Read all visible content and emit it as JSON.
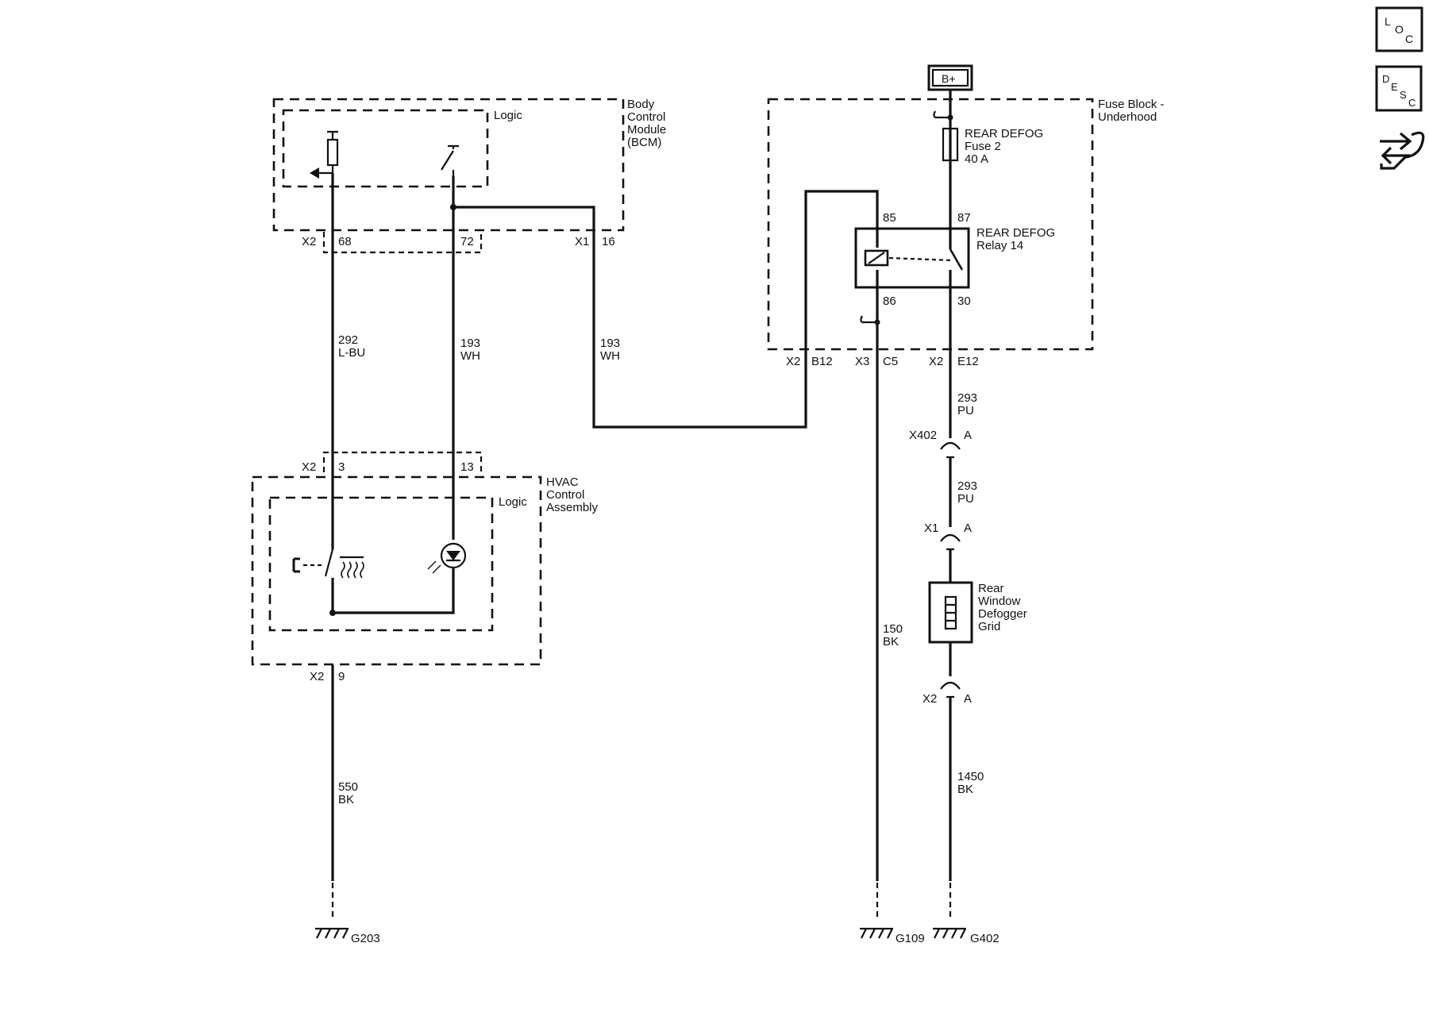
{
  "nav": {
    "loc_letters": [
      "L",
      "O",
      "C"
    ],
    "desc_letters": [
      "D",
      "E",
      "S",
      "C"
    ]
  },
  "labels": {
    "b_plus": "B+",
    "bcm": [
      "Body",
      "Control",
      "Module",
      "(BCM)"
    ],
    "bcm_logic": "Logic",
    "fuse_block": [
      "Fuse Block -",
      "Underhood"
    ],
    "fuse": [
      "REAR DEFOG",
      "Fuse 2",
      "40 A"
    ],
    "relay": [
      "REAR DEFOG",
      "Relay 14"
    ],
    "relay_pins": {
      "p85": "85",
      "p87": "87",
      "p86": "86",
      "p30": "30"
    },
    "hvac": [
      "HVAC",
      "Control",
      "Assembly"
    ],
    "hvac_logic": "Logic",
    "grid": [
      "Rear",
      "Window",
      "Defogger",
      "Grid"
    ]
  },
  "connectors": {
    "bcm_x2": "X2",
    "bcm_68": "68",
    "bcm_72": "72",
    "bcm_x1": "X1",
    "bcm_16": "16",
    "hvac_x2_top": "X2",
    "hvac_3": "3",
    "hvac_13": "13",
    "hvac_x2_bot": "X2",
    "hvac_9": "9",
    "fb_x2": "X2",
    "fb_b12": "B12",
    "fb_x3": "X3",
    "fb_c5": "C5",
    "fb_x2b": "X2",
    "fb_e12": "E12",
    "x402": "X402",
    "x402_a": "A",
    "x1": "X1",
    "x1_a": "A",
    "x2": "X2",
    "x2_a": "A"
  },
  "wires": {
    "w292": [
      "292",
      "L-BU"
    ],
    "w193a": [
      "193",
      "WH"
    ],
    "w193b": [
      "193",
      "WH"
    ],
    "w293a": [
      "293",
      "PU"
    ],
    "w293b": [
      "293",
      "PU"
    ],
    "w150": [
      "150",
      "BK"
    ],
    "w550": [
      "550",
      "BK"
    ],
    "w1450": [
      "1450",
      "BK"
    ]
  },
  "grounds": {
    "g203": "G203",
    "g109": "G109",
    "g402": "G402"
  }
}
